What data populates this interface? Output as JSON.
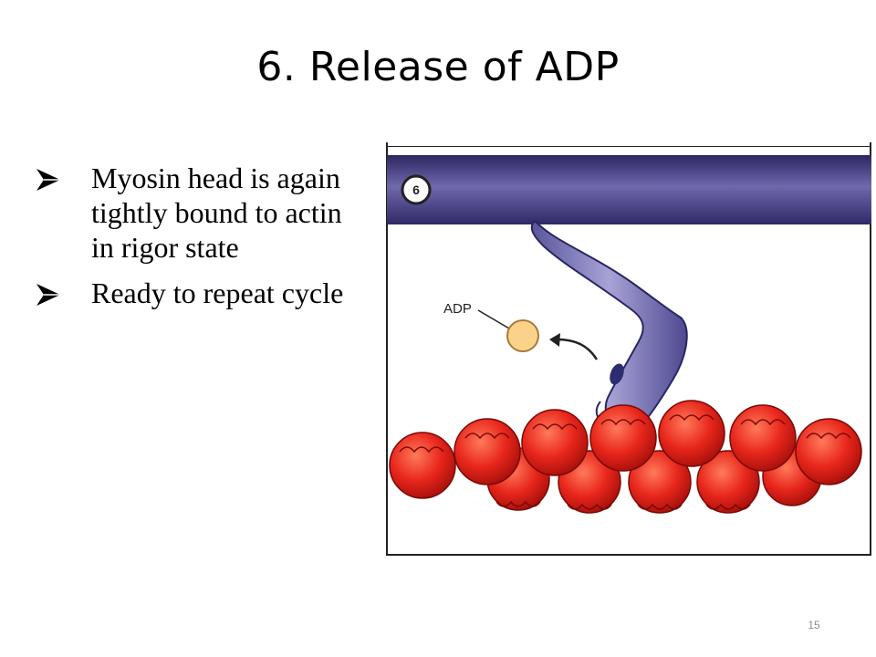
{
  "slide": {
    "title": "6. Release of ADP",
    "bullets": [
      "Myosin head is again tightly bound to actin in rigor state",
      "Ready to repeat cycle"
    ],
    "page_number": "15"
  },
  "diagram": {
    "step_label": "6",
    "molecule_label": "ADP",
    "colors": {
      "thick_filament": "#403a7c",
      "myosin_head": "#8a86c0",
      "actin": "#e8261c",
      "adp": "#fbd28a"
    }
  }
}
